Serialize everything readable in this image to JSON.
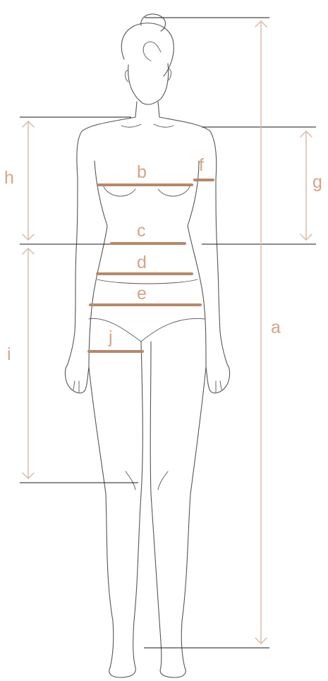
{
  "diagram": {
    "labels": {
      "a": "a",
      "b": "b",
      "c": "c",
      "d": "d",
      "e": "e",
      "f": "f",
      "g": "g",
      "h": "h",
      "i": "i",
      "j": "j"
    },
    "colors": {
      "label": "#d4a488",
      "measurement_band": "#b88869",
      "arrow": "#d7b8a5",
      "body_outline": "#555555",
      "reference_line": "#1a1a1a",
      "background": "#ffffff"
    }
  }
}
